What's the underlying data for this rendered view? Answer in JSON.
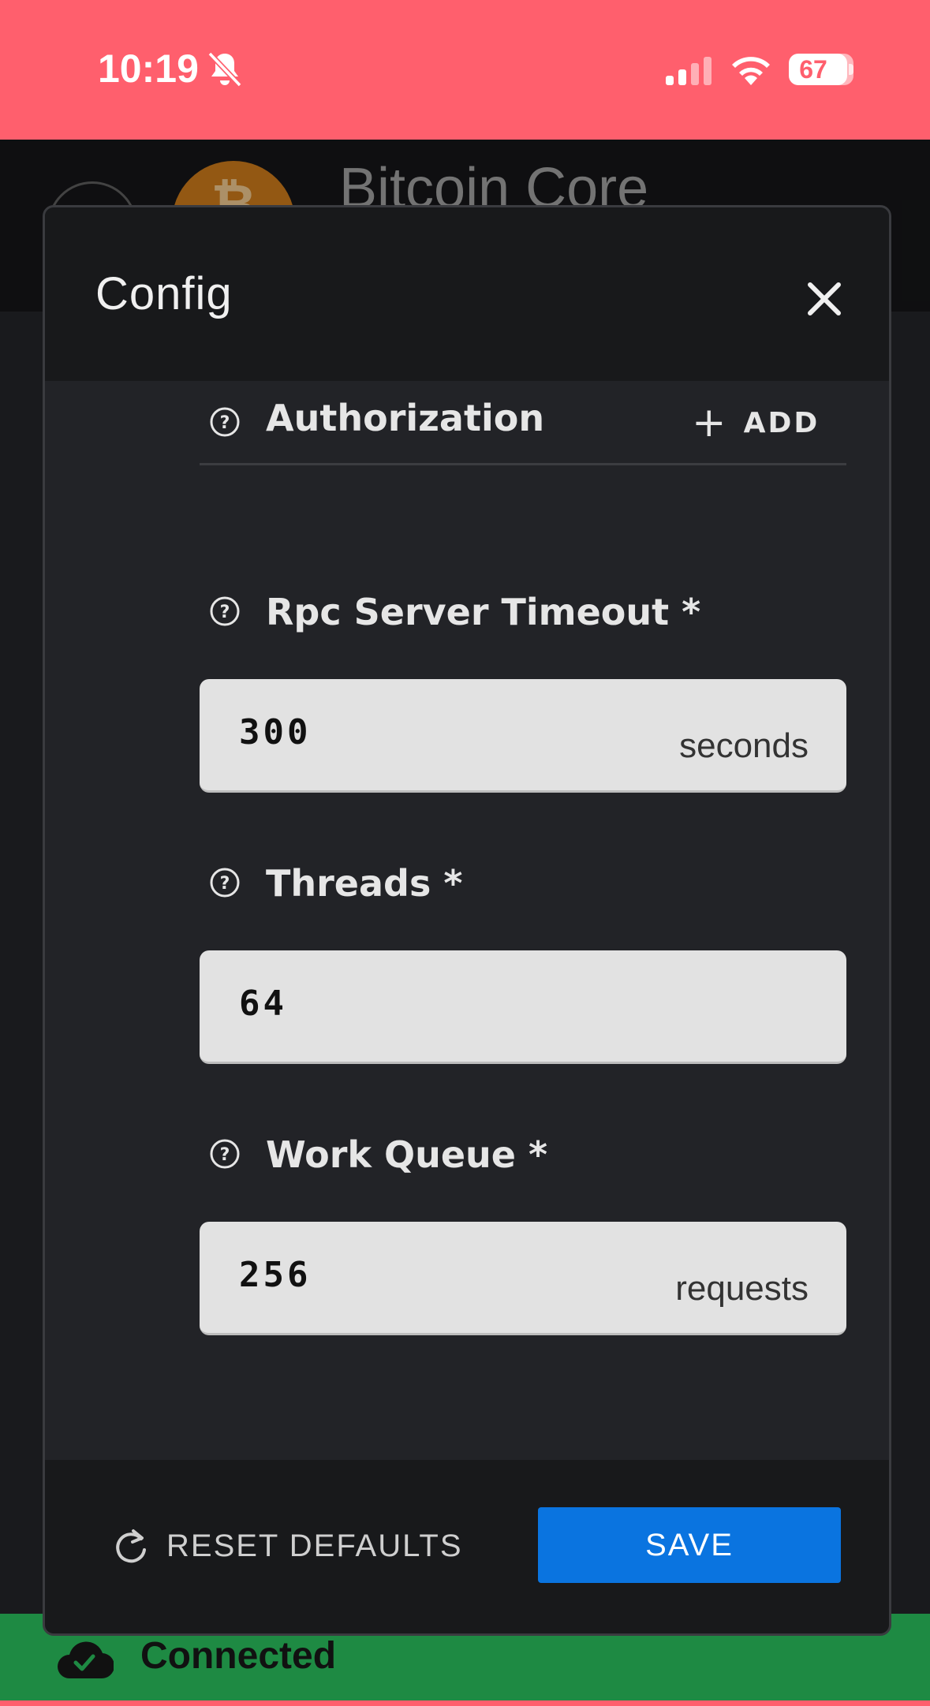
{
  "status_bar": {
    "time": "10:19",
    "battery": "67"
  },
  "app": {
    "title": "Bitcoin Core",
    "logo_symbol": "₿"
  },
  "modal": {
    "title": "Config",
    "authorization": {
      "label": "Authorization",
      "add_label": "ADD"
    },
    "fields": [
      {
        "label": "Rpc Server Timeout *",
        "value": "300",
        "unit": "seconds"
      },
      {
        "label": "Threads *",
        "value": "64",
        "unit": ""
      },
      {
        "label": "Work Queue *",
        "value": "256",
        "unit": "requests"
      }
    ],
    "reset_label": "RESET DEFAULTS",
    "save_label": "SAVE"
  },
  "connection": {
    "label": "Connected"
  },
  "colors": {
    "status_bar": "#ff5f6d",
    "primary": "#0a74e0",
    "connected": "#1e8a43",
    "bitcoin": "#c4761a"
  }
}
